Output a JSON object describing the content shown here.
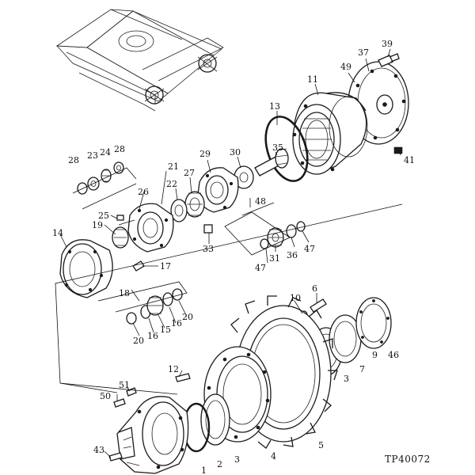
{
  "figure": {
    "code": "TP40072"
  },
  "callouts": {
    "c1": "1",
    "c2": "2",
    "c3a": "3",
    "c3b": "3",
    "c4": "4",
    "c5": "5",
    "c6": "6",
    "c7": "7",
    "c9": "9",
    "c10": "10",
    "c11": "11",
    "c12": "12",
    "c13": "13",
    "c14": "14",
    "c15": "15",
    "c16a": "16",
    "c16b": "16",
    "c17": "17",
    "c18": "18",
    "c19": "19",
    "c20a": "20",
    "c20b": "20",
    "c21": "21",
    "c22": "22",
    "c23": "23",
    "c24": "24",
    "c25": "25",
    "c26": "26",
    "c27": "27",
    "c28a": "28",
    "c28b": "28",
    "c29": "29",
    "c30": "30",
    "c31": "31",
    "c33": "33",
    "c35": "35",
    "c36": "36",
    "c37": "37",
    "c39": "39",
    "c41": "41",
    "c43": "43",
    "c46": "46",
    "c47a": "47",
    "c47b": "47",
    "c48": "48",
    "c49": "49",
    "c50": "50",
    "c51": "51"
  }
}
